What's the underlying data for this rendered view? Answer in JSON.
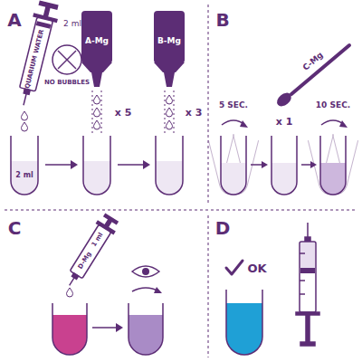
{
  "diagram": {
    "labels": [
      "A",
      "AQUARIUM WATER",
      "2 ml",
      "NO BUBBLES",
      "2 ml",
      "A-Mg",
      "x 5",
      "B-Mg",
      "x 3",
      "B",
      "5 SEC.",
      "C-Mg",
      "x 1",
      "10 SEC.",
      "C",
      "1 ml",
      "D-Mg",
      "D",
      "OK"
    ]
  }
}
